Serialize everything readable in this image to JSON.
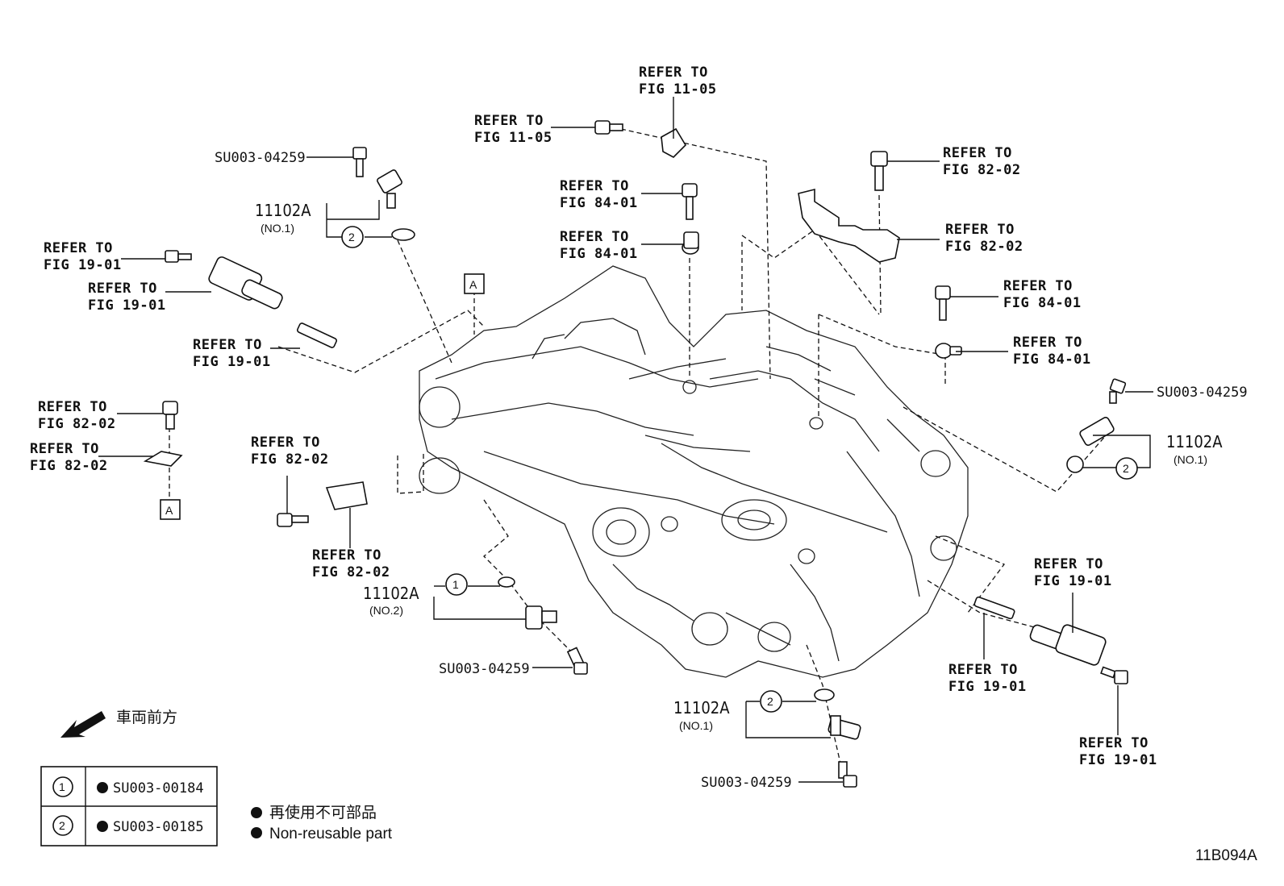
{
  "labels": {
    "refer_fig_11_05_top": [
      "REFER TO",
      "FIG 11-05"
    ],
    "refer_fig_11_05_left": [
      "REFER TO",
      "FIG 11-05"
    ],
    "refer_fig_84_01_a": [
      "REFER TO",
      "FIG 84-01"
    ],
    "refer_fig_84_01_b": [
      "REFER TO",
      "FIG 84-01"
    ],
    "refer_fig_82_02_tr1": [
      "REFER TO",
      "FIG 82-02"
    ],
    "refer_fig_82_02_tr2": [
      "REFER TO",
      "FIG 82-02"
    ],
    "refer_fig_84_01_r1": [
      "REFER TO",
      "FIG 84-01"
    ],
    "refer_fig_84_01_r2": [
      "REFER TO",
      "FIG 84-01"
    ],
    "refer_fig_19_01_l1": [
      "REFER TO",
      "FIG 19-01"
    ],
    "refer_fig_19_01_l2": [
      "REFER TO",
      "FIG 19-01"
    ],
    "refer_fig_19_01_l3": [
      "REFER TO",
      "FIG 19-01"
    ],
    "refer_fig_82_02_l1": [
      "REFER TO",
      "FIG 82-02"
    ],
    "refer_fig_82_02_l2": [
      "REFER TO",
      "FIG 82-02"
    ],
    "refer_fig_82_02_m1": [
      "REFER TO",
      "FIG 82-02"
    ],
    "refer_fig_82_02_m2": [
      "REFER TO",
      "FIG 82-02"
    ],
    "refer_fig_19_01_r1": [
      "REFER TO",
      "FIG 19-01"
    ],
    "refer_fig_19_01_r2": [
      "REFER TO",
      "FIG 19-01"
    ],
    "refer_fig_19_01_r3": [
      "REFER TO",
      "FIG 19-01"
    ]
  },
  "parts": {
    "su_bolt_tl": "SU003-04259",
    "su_bolt_r": "SU003-04259",
    "su_bolt_bm": "SU003-04259",
    "su_bolt_bc": "SU003-04259",
    "p11102a_1": "11102A",
    "p11102a_1_sub": "(NO.1)",
    "p11102a_2": "11102A",
    "p11102a_2_sub": "(NO.1)",
    "p11102a_3": "11102A",
    "p11102a_3_sub": "(NO.2)",
    "p11102a_4": "11102A",
    "p11102a_4_sub": "(NO.1)"
  },
  "markers": {
    "circle_1": "1",
    "circle_2": "2",
    "box_a": "A"
  },
  "front_label": "車両前方",
  "legend": [
    {
      "num": "1",
      "part": "SU003-00184"
    },
    {
      "num": "2",
      "part": "SU003-00185"
    }
  ],
  "note": {
    "jp": "再使用不可部品",
    "en": "Non-reusable part"
  },
  "figure_id": "11B094A"
}
